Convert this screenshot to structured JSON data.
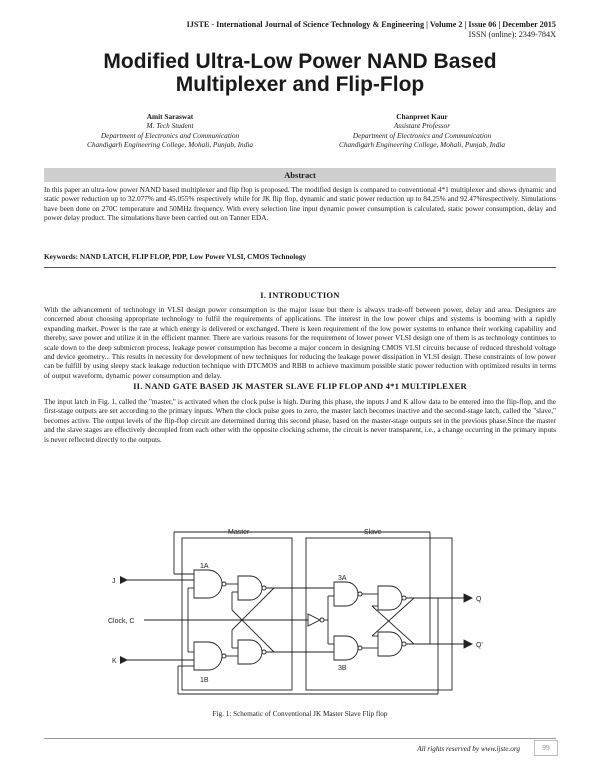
{
  "header": {
    "journal": "IJSTE - International Journal of Science Technology & Engineering | Volume 2 | Issue 06 | December 2015",
    "issn": "ISSN (online): 2349-784X"
  },
  "title_line1": "Modified Ultra-Low Power NAND Based",
  "title_line2": "Multiplexer and Flip-Flop",
  "authors": [
    {
      "name": "Amit Saraswat",
      "role": "M. Tech Student",
      "department": "Department of Electronics and Communication",
      "affiliation": "Chandigarh Engineering College, Mohali, Punjab, India"
    },
    {
      "name": "Chanpreet Kaur",
      "role": "Assistant Professor",
      "department": "Department of Electronics and Communication",
      "affiliation": "Chandigarh Engineering College, Mohali, Punjab, India"
    }
  ],
  "abstract": {
    "heading": "Abstract",
    "text": "In this paper an ultra-low power NAND based multiplexer and flip flop is proposed. The modified design is compared to conventional 4*1 multiplexer and shows dynamic and static power reduction up to 32.077% and 45.055% respectively while for JK flip flop, dynamic and static power reduction up to 84.25% and 92.47%respectively. Simulations have been done on 270C temperature and 50MHz frequency. With every selection line input dynamic power consumption is calculated, static power consumption, delay and power delay product. The simulations have been carried out on Tanner EDA.",
    "keywords": "Keywords: NAND LATCH, FLIP FLOP, PDP, Low Power VLSI, CMOS Technology"
  },
  "sections": [
    {
      "heading": "I.   INTRODUCTION",
      "text": "With the advancement of technology in VLSI design power consumption is the major issue but there is always trade-off between power, delay and area. Designers are concerned about choosing appropriate technology to fulfil the requirements of applications. The interest in the low power chips and systems is booming with a rapidly expanding market. Power is the rate at which energy is delivered or exchanged. There is keen requirement of the low power systems to enhance their working capability and thereby, save power and utilize it in the efficient manner. There are various reasons for the requirement of lower power VLSI design one of them is as technology continues to scale down to the deep submicron process, leakage power consumption has become a major concern in designing CMOS VLSI circuits because of reduced threshold voltage and device geometry... This results in necessity for development of new techniques for reducing the leakage power dissipation in VLSI design. These constraints of low power can be fulfill by using sleepy stack leakage reduction technique with DTCMOS and RBB to achieve maximum possible static power reduction with optimized results in terms of output waveform, dynamic power consumption and delay."
    },
    {
      "heading": "II.   NAND GATE BASED JK MASTER SLAVE FLIP FLOP AND 4*1 MULTIPLEXER",
      "text": "The input latch in Fig. 1, called the \"master,\" is activated when the clock pulse is high. During this phase, the inputs J and K allow data to be entered into the flip-flop, and the first-stage outputs are set according to the primary inputs. When the clock pulse goes to zero, the master latch becomes inactive and the second-stage latch, called the \"slave,\" becomes active. The output levels of the flip-flop circuit are determined during this second phase, based on the master-stage outputs set in the previous phase.Since the master and the slave stages are effectively decoupled from each other with the opposite clocking scheme, the circuit is never transparent, i.e., a change occurring in the primary inputs is never reflected directly to the outputs."
    }
  ],
  "figure": {
    "labels": {
      "master": "Master",
      "slave": "Slave",
      "j": "J",
      "k": "K",
      "clock": "Clock, C",
      "g1a": "1A",
      "g1b": "1B",
      "g3a": "3A",
      "g3b": "3B",
      "q": "Q",
      "qbar": "Q'"
    },
    "caption": "Fig. 1: Schematic of Conventional JK Master Slave Flip flop"
  },
  "footer": {
    "rights": "All rights reserved by www.ijste.org",
    "page": "99"
  }
}
